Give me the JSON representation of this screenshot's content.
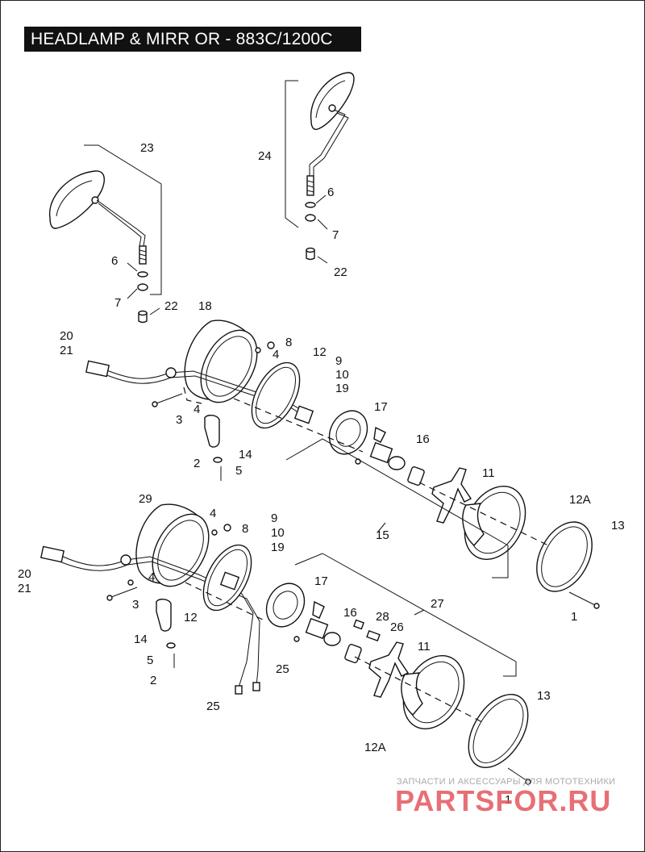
{
  "title": "HEADLAMP & MIRR OR - 883C/1200C",
  "watermark": {
    "subtitle": "ЗАПЧАСТИ И АКСЕССУАРЫ ДЛЯ МОТОТЕХНИКИ",
    "logo": "PARTSFOR.RU",
    "color": "#e3575e"
  },
  "callouts": {
    "c23": "23",
    "c24": "24",
    "c6a": "6",
    "c7a": "7",
    "c22a": "22",
    "c6b": "6",
    "c7b": "7",
    "c22b": "22",
    "c18": "18",
    "c20a": "20",
    "c21a": "21",
    "c8a": "8",
    "c4a": "4",
    "c12a": "12",
    "c9a": "9",
    "c10a": "10",
    "c19a": "19",
    "c4b": "4",
    "c3a": "3",
    "c17a": "17",
    "c16a": "16",
    "c14a": "14",
    "c2a": "2",
    "c5a": "5",
    "c11a": "11",
    "c12Aa": "12A",
    "c13a": "13",
    "c15": "15",
    "c1a": "1",
    "c29": "29",
    "c4c": "4",
    "c8b": "8",
    "c9b": "9",
    "c10b": "10",
    "c19b": "19",
    "c20b": "20",
    "c21b": "21",
    "c4d": "4",
    "c3b": "3",
    "c12b": "12",
    "c17b": "17",
    "c27": "27",
    "c16b": "16",
    "c28": "28",
    "c26": "26",
    "c14b": "14",
    "c11b": "11",
    "c5b": "5",
    "c2b": "2",
    "c25a": "25",
    "c25b": "25",
    "c13b": "13",
    "c1b": "1",
    "c12Ab": "12A"
  }
}
